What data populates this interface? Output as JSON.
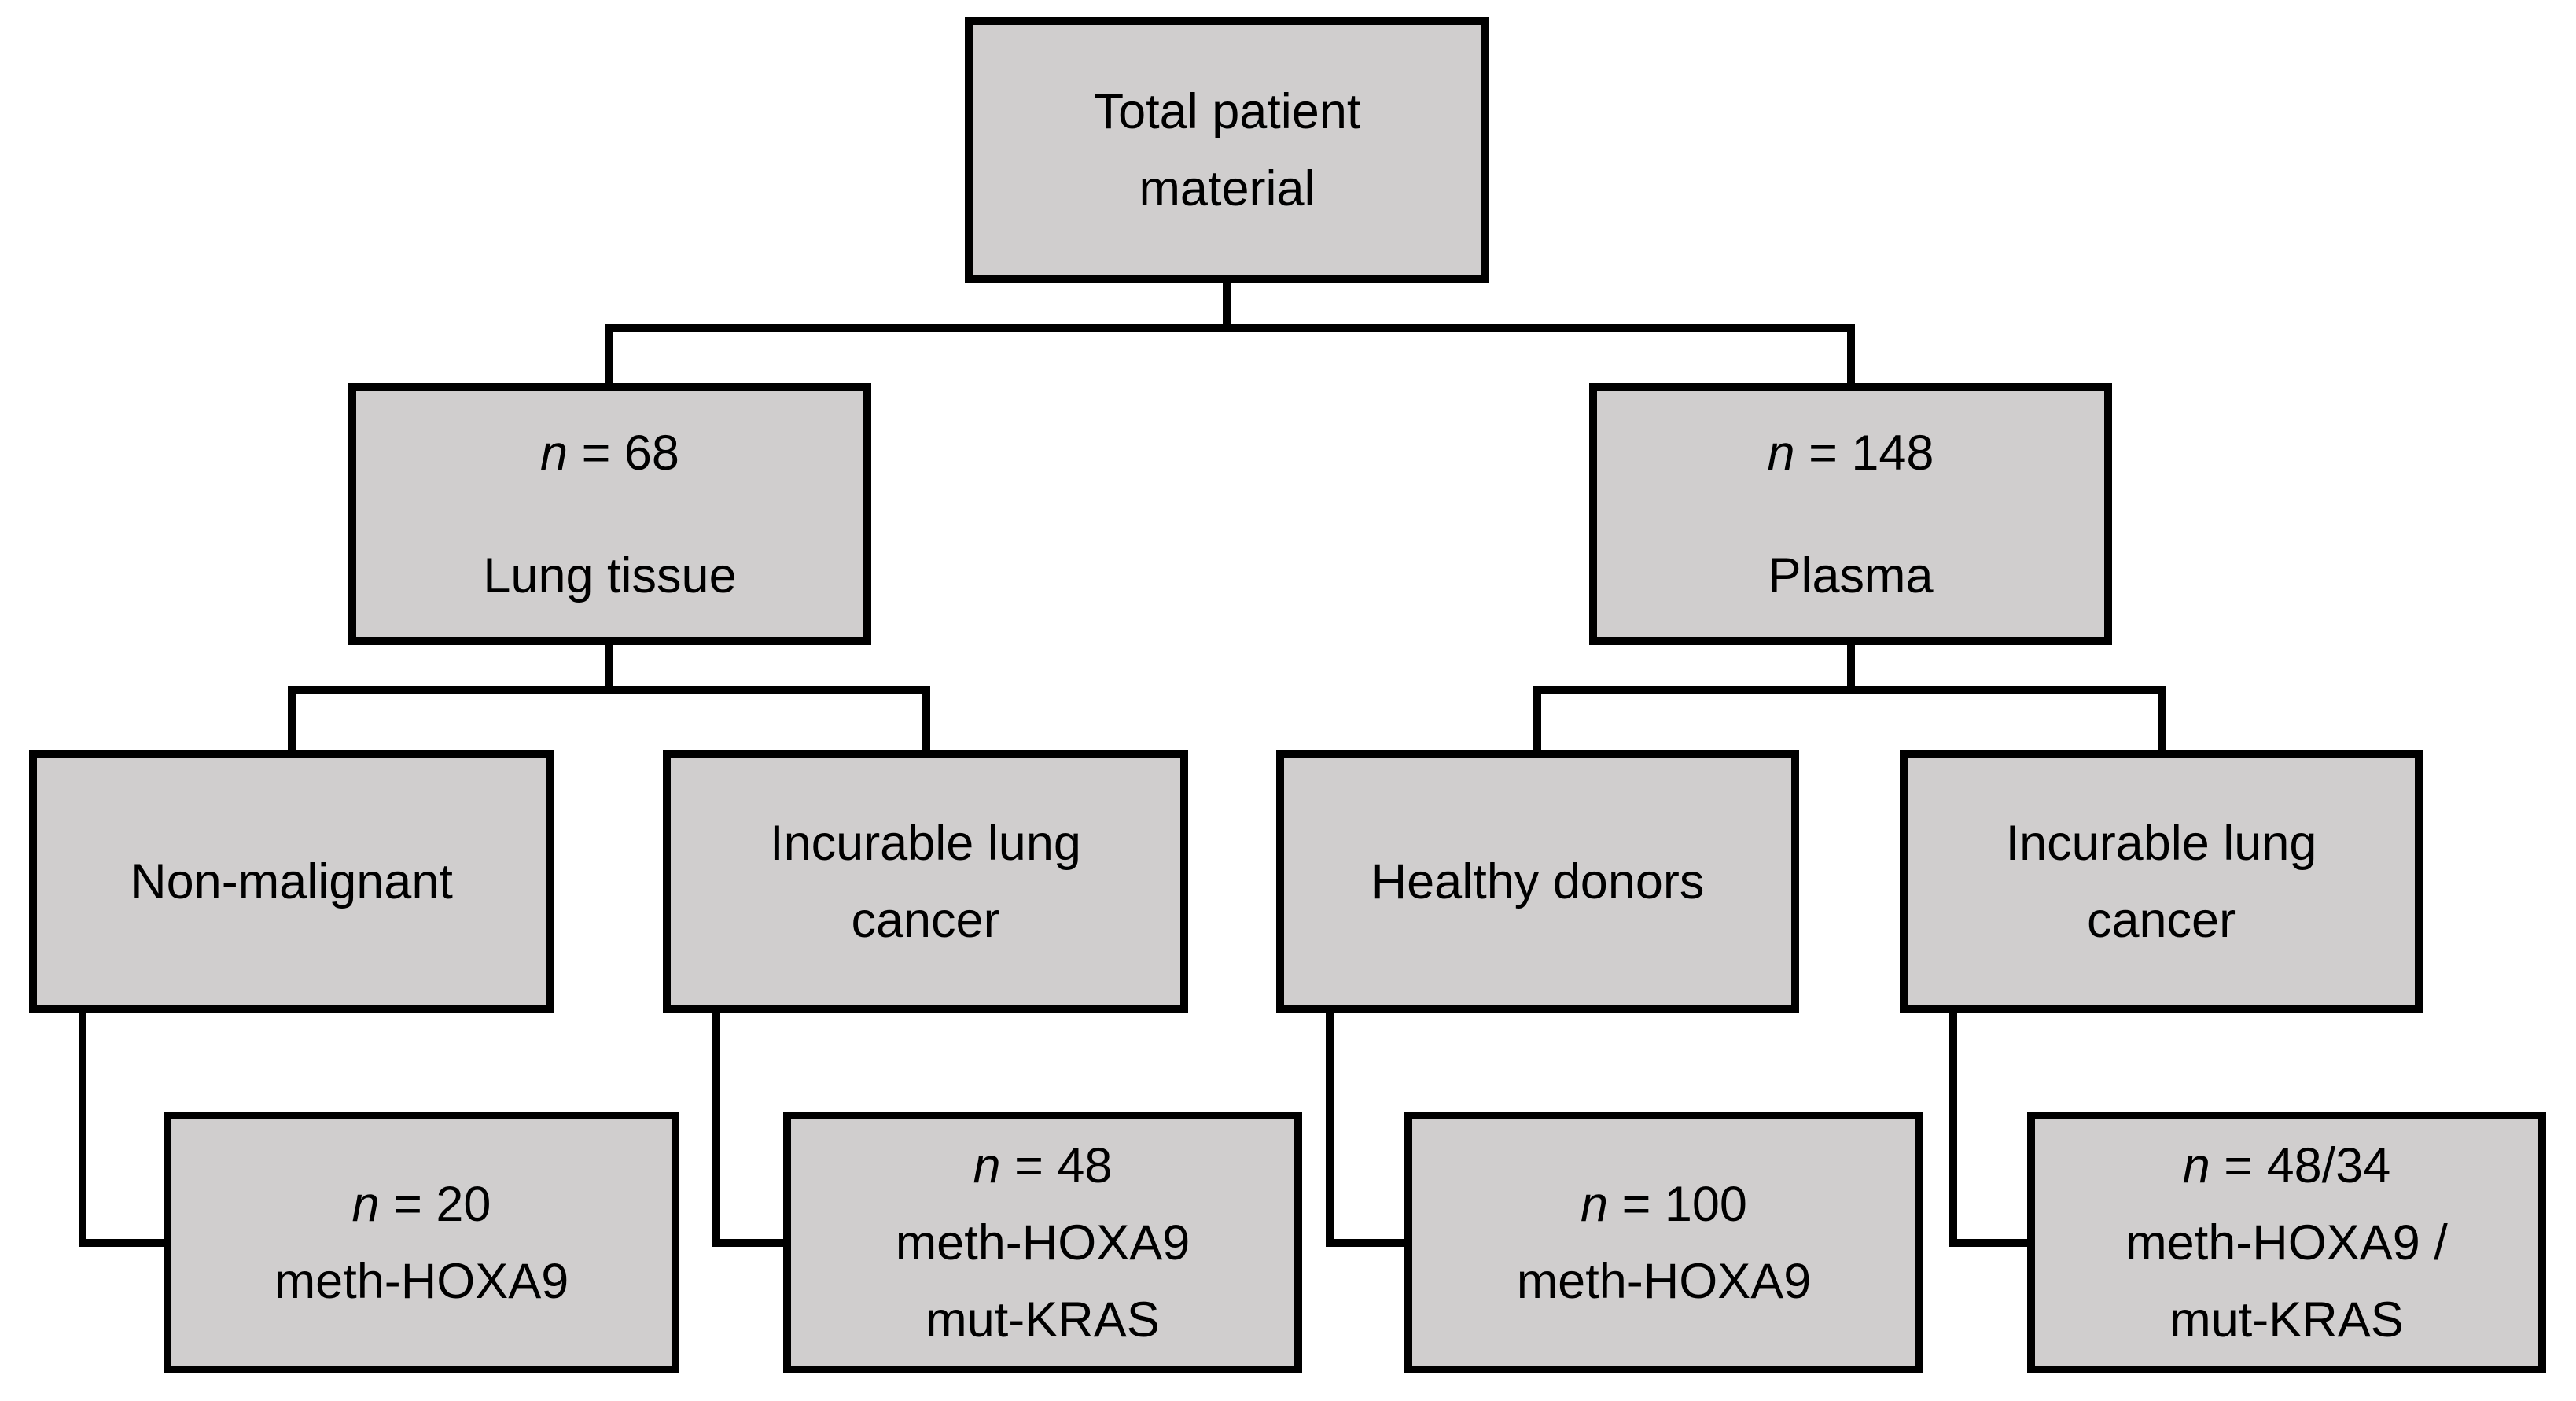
{
  "colors": {
    "background": "#ffffff",
    "box_fill": "#d0cece",
    "box_border": "#000000",
    "connector": "#000000"
  },
  "nodes": {
    "total": {
      "line1": "Total patient",
      "line2": "material"
    },
    "lung_tissue": {
      "n_var": "n",
      "n_rest": " = 68",
      "label": "Lung tissue"
    },
    "plasma": {
      "n_var": "n",
      "n_rest": " = 148",
      "label": "Plasma"
    },
    "non_malignant": {
      "label": "Non-malignant"
    },
    "incurable_tissue": {
      "line1": "Incurable lung",
      "line2": "cancer"
    },
    "healthy_donors": {
      "label": "Healthy donors"
    },
    "incurable_plasma": {
      "line1": "Incurable lung",
      "line2": "cancer"
    },
    "meth_hoxa9_20": {
      "n_var": "n",
      "n_rest": " = 20",
      "line2": "meth-HOXA9"
    },
    "meth_hoxa9_48": {
      "n_var": "n",
      "n_rest": " = 48",
      "line2": "meth-HOXA9",
      "line3": "mut-KRAS"
    },
    "meth_hoxa9_100": {
      "n_var": "n",
      "n_rest": " = 100",
      "line2": "meth-HOXA9"
    },
    "meth_hoxa9_4834": {
      "n_var": "n",
      "n_rest": " = 48/34",
      "line2": "meth-HOXA9 /",
      "line3": "mut-KRAS"
    }
  },
  "edges": [
    {
      "from": "total",
      "to": "lung_tissue"
    },
    {
      "from": "total",
      "to": "plasma"
    },
    {
      "from": "lung_tissue",
      "to": "non_malignant"
    },
    {
      "from": "lung_tissue",
      "to": "incurable_tissue"
    },
    {
      "from": "plasma",
      "to": "healthy_donors"
    },
    {
      "from": "plasma",
      "to": "incurable_plasma"
    },
    {
      "from": "non_malignant",
      "to": "meth_hoxa9_20"
    },
    {
      "from": "incurable_tissue",
      "to": "meth_hoxa9_48"
    },
    {
      "from": "healthy_donors",
      "to": "meth_hoxa9_100"
    },
    {
      "from": "incurable_plasma",
      "to": "meth_hoxa9_4834"
    }
  ]
}
